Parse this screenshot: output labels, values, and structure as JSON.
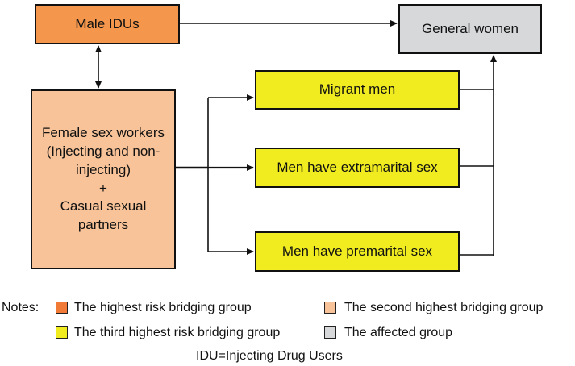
{
  "boxes": {
    "male_idus": "Male IDUs",
    "general_women": "General women",
    "fsw_lines": [
      "Female sex workers",
      "(Injecting and non-",
      "injecting)",
      "+",
      "Casual sexual",
      "partners"
    ],
    "migrant_men": "Migrant men",
    "extramarital": "Men have extramarital sex",
    "premarital": "Men have premarital sex"
  },
  "legend": {
    "notes_label": "Notes:",
    "items": [
      {
        "label": "The highest risk bridging group",
        "color": "#f07a36"
      },
      {
        "label": "The second highest bridging group",
        "color": "#f8c398"
      },
      {
        "label": "The third highest risk bridging group",
        "color": "#f0ec1f"
      },
      {
        "label": "The affected group",
        "color": "#d7d8da"
      }
    ],
    "abbreviation": "IDU=Injecting Drug Users"
  },
  "colors": {
    "male_idus_fill": "#f4964b",
    "fsw_fill": "#f8c398",
    "men_groups_fill": "#f0ec1f",
    "affected_fill": "#d7d8da",
    "line": "#111111"
  }
}
